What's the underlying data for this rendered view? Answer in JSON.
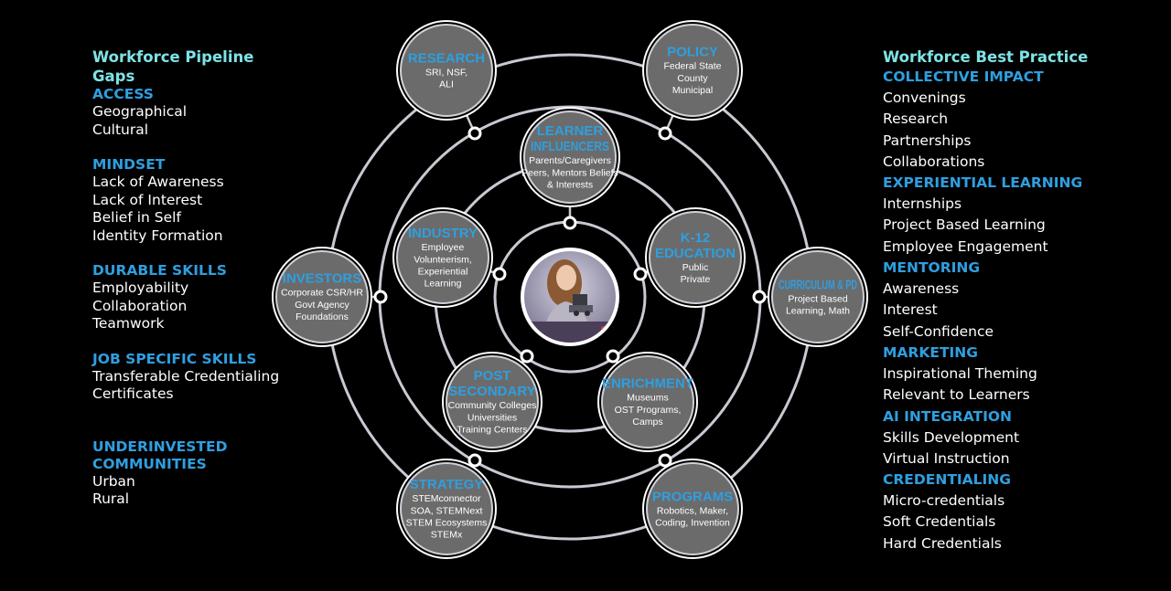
{
  "left": {
    "title": [
      "Workforce Pipeline",
      "Gaps"
    ],
    "sections": [
      {
        "heading": [
          "ACCESS"
        ],
        "items": [
          "Geographical",
          "Cultural"
        ]
      },
      {
        "heading": [
          "MINDSET"
        ],
        "items": [
          "Lack of Awareness",
          "Lack of Interest",
          "Belief in Self",
          "Identity Formation"
        ]
      },
      {
        "heading": [
          "DURABLE SKILLS"
        ],
        "items": [
          "Employability",
          "Collaboration",
          "Teamwork"
        ]
      },
      {
        "heading": [
          "JOB SPECIFIC SKILLS"
        ],
        "items": [
          "Transferable Credentialing",
          "Certificates"
        ]
      },
      {
        "heading": [
          "UNDERINVESTED",
          "COMMUNITIES"
        ],
        "items": [
          "Urban",
          "Rural"
        ]
      }
    ]
  },
  "right": {
    "title": [
      "Workforce Best Practice"
    ],
    "sections": [
      {
        "heading": [
          "COLLECTIVE IMPACT"
        ],
        "items": [
          "Convenings",
          "Research",
          "Partnerships",
          "Collaborations"
        ]
      },
      {
        "heading": [
          "EXPERIENTIAL LEARNING"
        ],
        "items": [
          "Internships",
          "Project Based Learning",
          "Employee Engagement"
        ]
      },
      {
        "heading": [
          "MENTORING"
        ],
        "items": [
          "Awareness",
          "Interest",
          "Self-Confidence"
        ]
      },
      {
        "heading": [
          "MARKETING"
        ],
        "items": [
          "Inspirational Theming",
          "Relevant to Learners"
        ]
      },
      {
        "heading": [
          "AI INTEGRATION"
        ],
        "items": [
          "Skills Development",
          "Virtual Instruction"
        ]
      },
      {
        "heading": [
          "CREDENTIALING"
        ],
        "items": [
          "Micro-credentials",
          "Soft Credentials",
          "Hard Credentials"
        ]
      }
    ]
  },
  "colors": {
    "background": "#000000",
    "ring": "#c9c9d3",
    "node_fill": "#6b6b6b",
    "node_title": "#2e9fe0",
    "title_teal": "#7fe3e6",
    "heading_blue": "#2f9fe0"
  },
  "nodes": [
    {
      "id": "research",
      "title": [
        "RESEARCH"
      ],
      "sub": [
        "SRI, NSF,",
        "ALI"
      ]
    },
    {
      "id": "policy",
      "title": [
        "POLICY"
      ],
      "sub": [
        "Federal State",
        "County",
        "Municipal"
      ]
    },
    {
      "id": "learner-influencers",
      "title": [
        "LEARNER",
        "INFLUENCERS"
      ],
      "sub": [
        "Parents/Caregivers",
        "Peers, Mentors Beliefs",
        "& Interests"
      ]
    },
    {
      "id": "industry",
      "title": [
        "INDUSTRY"
      ],
      "sub": [
        "Employee",
        "Volunteerism,",
        "Experiential",
        "Learning"
      ]
    },
    {
      "id": "k12-education",
      "title": [
        "K-12",
        "EDUCATION"
      ],
      "sub": [
        "Public",
        "Private"
      ]
    },
    {
      "id": "investors",
      "title": [
        "INVESTORS"
      ],
      "sub": [
        "Corporate CSR/HR",
        "Govt Agency",
        "Foundations"
      ]
    },
    {
      "id": "curriculum-pd",
      "title": [
        "CURRICULUM & PD"
      ],
      "sub": [
        "Project Based",
        "Learning, Math"
      ]
    },
    {
      "id": "post-secondary",
      "title": [
        "POST",
        "SECONDARY"
      ],
      "sub": [
        "Community Colleges",
        "Universities",
        "Training Centers"
      ]
    },
    {
      "id": "enrichment",
      "title": [
        "ENRICHMENT"
      ],
      "sub": [
        "Museums",
        "OST Programs,",
        "Camps"
      ]
    },
    {
      "id": "strategy",
      "title": [
        "STRATEGY"
      ],
      "sub": [
        "STEMconnector",
        "SOA, STEMNext",
        "STEM Ecosystems",
        "STEMx"
      ]
    },
    {
      "id": "programs",
      "title": [
        "PROGRAMS"
      ],
      "sub": [
        "Robotics, Maker,",
        "Coding, Invention"
      ]
    }
  ],
  "center_image": "learner-photo"
}
